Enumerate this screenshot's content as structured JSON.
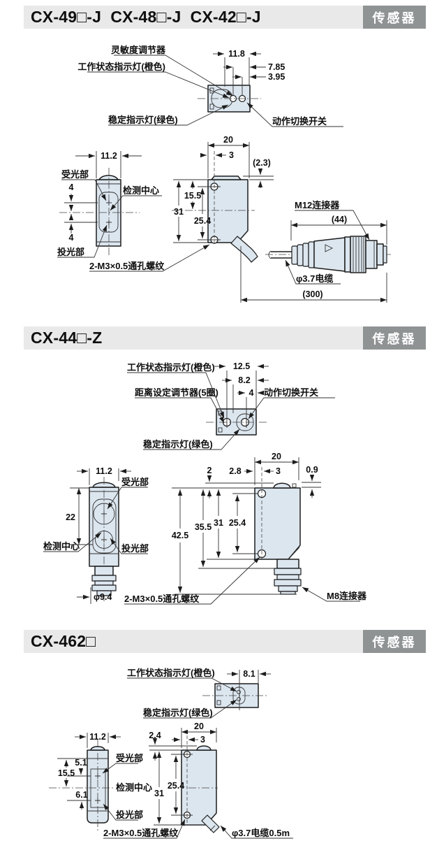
{
  "colors": {
    "header_bar": "#e9e9e9",
    "badge_bg": "#8f9394",
    "badge_text": "#ffffff",
    "body_fill": "#dce6ef",
    "line": "#1d1d1d"
  },
  "sections": [
    {
      "title": "CX-49□-J  CX-48□-J  CX-42□-J",
      "badge": "传感器",
      "top_view": {
        "labels": {
          "sensitivity_adjuster": "灵敏度调节器",
          "operation_indicator": "工作状态指示灯(橙色)",
          "stability_indicator": "稳定指示灯(绿色)",
          "operation_mode_switch": "动作切换开关"
        },
        "dims": {
          "w1": "11.8",
          "w2": "7.85",
          "w3": "3.95"
        }
      },
      "front_view": {
        "labels": {
          "receiver": "受光部",
          "detection_center": "检测中心",
          "emitter": "投光部"
        },
        "dims": {
          "width": "11.2",
          "upper_offset": "4",
          "lower_offset": "4"
        }
      },
      "side_view": {
        "labels": {
          "thread": "2-M3×0.5通孔螺纹"
        },
        "dims": {
          "width": "20",
          "hole_offset": "3",
          "protrusion": "(2.3)",
          "top_to_center": "15.5",
          "height": "31",
          "hole_pitch": "25.4"
        }
      },
      "connector_view": {
        "labels": {
          "connector": "M12连接器",
          "cable": "φ3.7电缆"
        },
        "dims": {
          "connector_length": "(44)",
          "cable_length": "(300)"
        }
      }
    },
    {
      "title": "CX-44□-Z",
      "badge": "传感器",
      "top_view": {
        "labels": {
          "operation_indicator": "工作状态指示灯(橙色)",
          "distance_adjuster": "距离设定调节器(5圈)",
          "stability_indicator": "稳定指示灯(绿色)",
          "operation_mode_switch": "动作切换开关"
        },
        "dims": {
          "w1": "12.5",
          "w2": "8.2",
          "w3": "4"
        }
      },
      "front_view": {
        "labels": {
          "receiver": "受光部",
          "detection_center": "检测中心",
          "emitter": "投光部"
        },
        "dims": {
          "width": "11.2",
          "lens_pitch": "22",
          "connector_dia": "φ9.4"
        }
      },
      "side_view": {
        "labels": {
          "thread": "2-M3×0.5通孔螺纹",
          "connector": "M8连接器"
        },
        "dims": {
          "width": "20",
          "gap1": "2",
          "gap2": "2.8",
          "hole_offset": "3",
          "gap3": "0.9",
          "total_height": "42.5",
          "body_height": "35.5",
          "height": "31",
          "hole_pitch": "25.4"
        }
      }
    },
    {
      "title": "CX-462□",
      "badge": "传感器",
      "top_view": {
        "labels": {
          "operation_indicator": "工作状态指示灯(橙色)",
          "stability_indicator": "稳定指示灯(绿色)"
        },
        "dims": {
          "w1": "8.1"
        }
      },
      "front_view": {
        "labels": {
          "receiver": "受光部",
          "detection_center": "检测中心",
          "emitter": "投光部"
        },
        "dims": {
          "width": "11.2",
          "upper": "5.1",
          "top_to_center": "15.5",
          "lower": "6.1"
        }
      },
      "side_view": {
        "labels": {
          "thread": "2-M3×0.5通孔螺纹",
          "cable": "φ3.7电缆0.5m"
        },
        "dims": {
          "width": "20",
          "protrusion": "2.4",
          "hole_offset": "3",
          "height": "31",
          "hole_pitch": "25.4"
        }
      }
    }
  ]
}
